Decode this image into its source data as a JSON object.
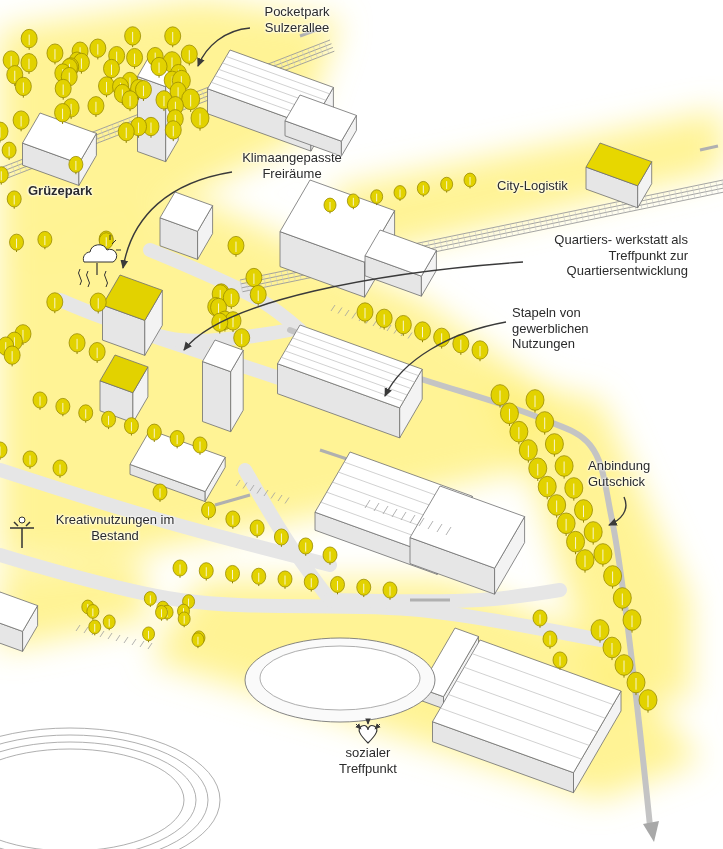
{
  "diagram": {
    "labels": [
      "Pocketpark Sulzerallee",
      "Klimaangepasste Freiräume",
      "Grüzepark",
      "City-Logistik",
      "Quartiers- werkstatt als Treffpunkt zur Quartiersentwicklung",
      "Stapeln von gewerblichen Nutzungen",
      "Anbindung Gutschick",
      "Kreativnutzungen im Bestand",
      "sozialer Treffpunkt"
    ]
  }
}
